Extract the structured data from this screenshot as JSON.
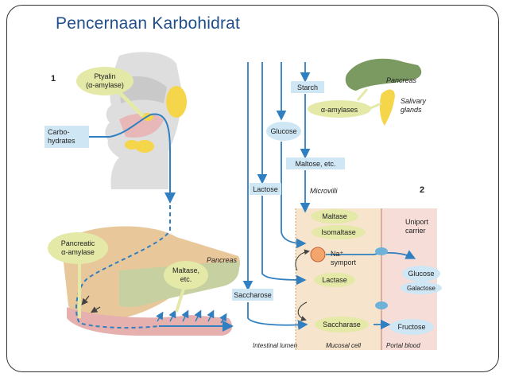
{
  "slide": {
    "title": "Pencernaan Karbohidrat"
  },
  "panel1": {
    "number": "1",
    "ptyalin": [
      "Ptyalin",
      "(α-amylase)"
    ],
    "carbohydrates": [
      "Carbo-",
      "hydrates"
    ],
    "pancreatic_amylase": [
      "Pancreatic",
      "α-amylase"
    ],
    "maltase_etc": [
      "Maltase,",
      "etc."
    ],
    "pancreas": "Pancreas"
  },
  "panel2": {
    "number": "2",
    "starch": "Starch",
    "pancreas": "Pancreas",
    "alpha_amylases": "α-amylases",
    "salivary_glands": [
      "Salivary",
      "glands"
    ],
    "glucose_in": "Glucose",
    "maltose_etc": "Maltose, etc.",
    "lactose": "Lactose",
    "microvilli": "Microvilli",
    "maltase": "Maltase",
    "isomaltase": "Isomaltase",
    "uniport_carrier": [
      "Uniport",
      "carrier"
    ],
    "na_symport": [
      "Na⁺",
      "symport"
    ],
    "glucose_out": "Glucose",
    "galactose": "Galactose",
    "lactase": "Lactase",
    "saccharose": "Saccharose",
    "saccharase": "Saccharase",
    "fructose": "Fructose",
    "intestinal_lumen": "Intestinal lumen",
    "mucosal_cell": "Mucosal cell",
    "portal_blood": "Portal blood"
  },
  "colors": {
    "title": "#1f4e8a",
    "arrow": "#2f7fc1",
    "label_box": "#cfe6f4",
    "enzyme_oval": "#e4e9a8",
    "cell_band": "#f7e4cc",
    "blood_band": "#f7ddd8"
  }
}
